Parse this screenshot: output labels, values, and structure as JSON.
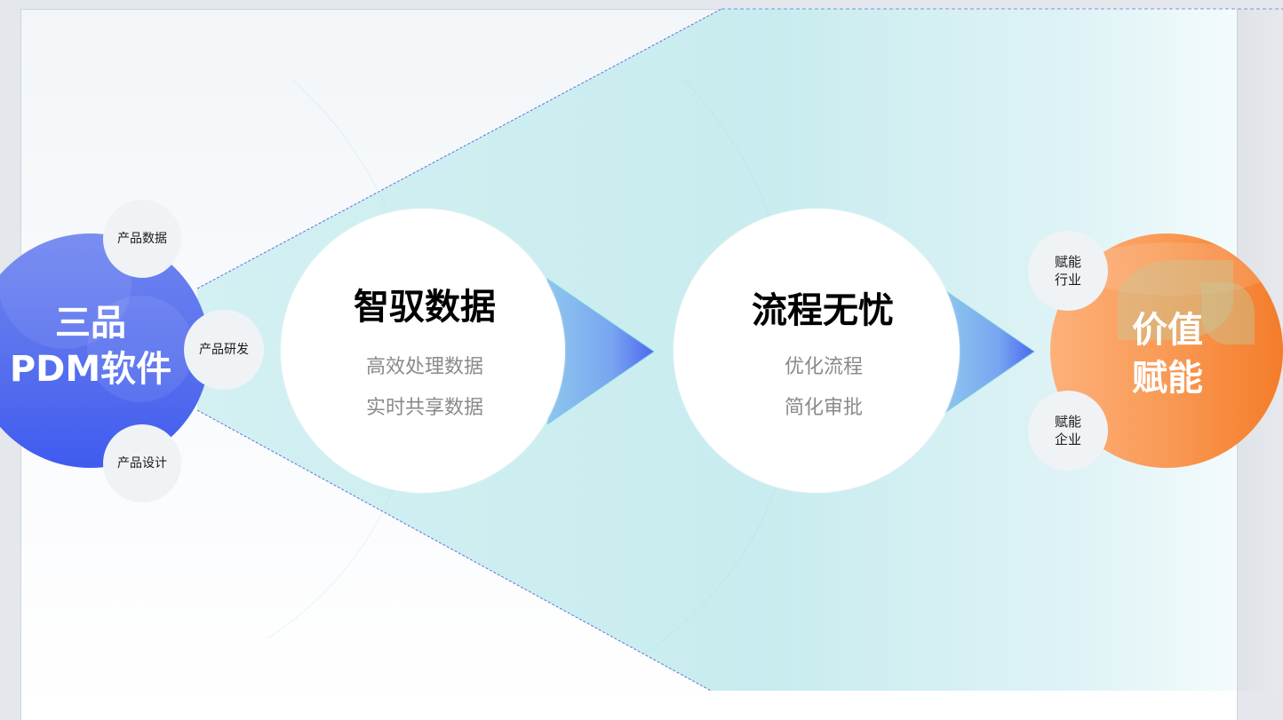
{
  "diagram": {
    "source": {
      "title_line1": "三品",
      "title_line2": "PDM软件",
      "color": "#4f68ee",
      "satellites": [
        {
          "label": "产品数据"
        },
        {
          "label": "产品研发"
        },
        {
          "label": "产品设计"
        }
      ]
    },
    "stages": [
      {
        "title": "智驭数据",
        "lines": [
          "高效处理数据",
          "实时共享数据"
        ]
      },
      {
        "title": "流程无忧",
        "lines": [
          "优化流程",
          "简化审批"
        ]
      }
    ],
    "target": {
      "title_line1": "价值",
      "title_line2": "赋能",
      "color": "#f7893c",
      "satellites": [
        {
          "line1": "赋能",
          "line2": "行业"
        },
        {
          "line1": "赋能",
          "line2": "企业"
        }
      ]
    },
    "colors": {
      "funnel": "#c6ecef",
      "dashed_line": "#5b73e0",
      "arrow_start": "#8cc3ee",
      "arrow_end": "#4c68ef"
    }
  }
}
